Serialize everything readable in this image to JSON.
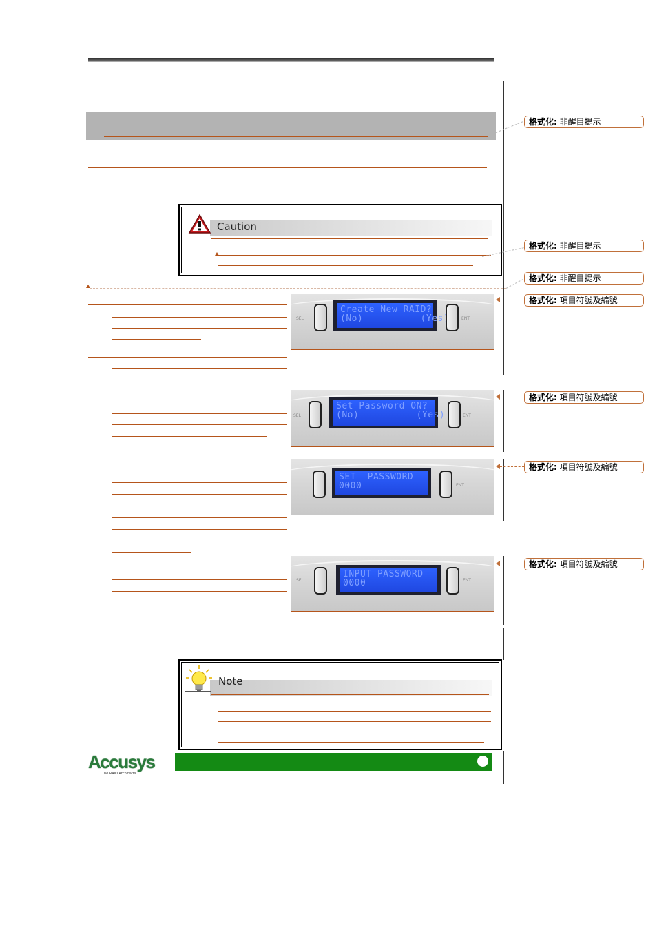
{
  "comments": [
    {
      "label": "格式化:",
      "value": "非醒目提示"
    },
    {
      "label": "格式化:",
      "value": "非醒目提示"
    },
    {
      "label": "格式化:",
      "value": "非醒目提示"
    },
    {
      "label": "格式化:",
      "value": "項目符號及編號"
    },
    {
      "label": "格式化:",
      "value": "項目符號及編號"
    },
    {
      "label": "格式化:",
      "value": "項目符號及編號"
    },
    {
      "label": "格式化:",
      "value": "項目符號及編號"
    }
  ],
  "caution_box": {
    "title": "Caution"
  },
  "note_box": {
    "title": "Note"
  },
  "lcd_panels": [
    {
      "line1": "Create New RAID?",
      "line2": "(No)          (Yes)"
    },
    {
      "line1": "Set Password ON?",
      "line2": "(No)          (Yes)"
    },
    {
      "line1": "SET  PASSWORD",
      "line2": "0000"
    },
    {
      "line1": "INPUT PASSWORD",
      "line2": "0000"
    }
  ],
  "footer": {
    "logo_text": "Accusys",
    "logo_tagline": "The RAID Architects"
  },
  "colors": {
    "revision": "#b5551b",
    "footer_bar": "#148a14",
    "lcd_glass": "#2e62ff",
    "logo": "#2a7b3b"
  }
}
